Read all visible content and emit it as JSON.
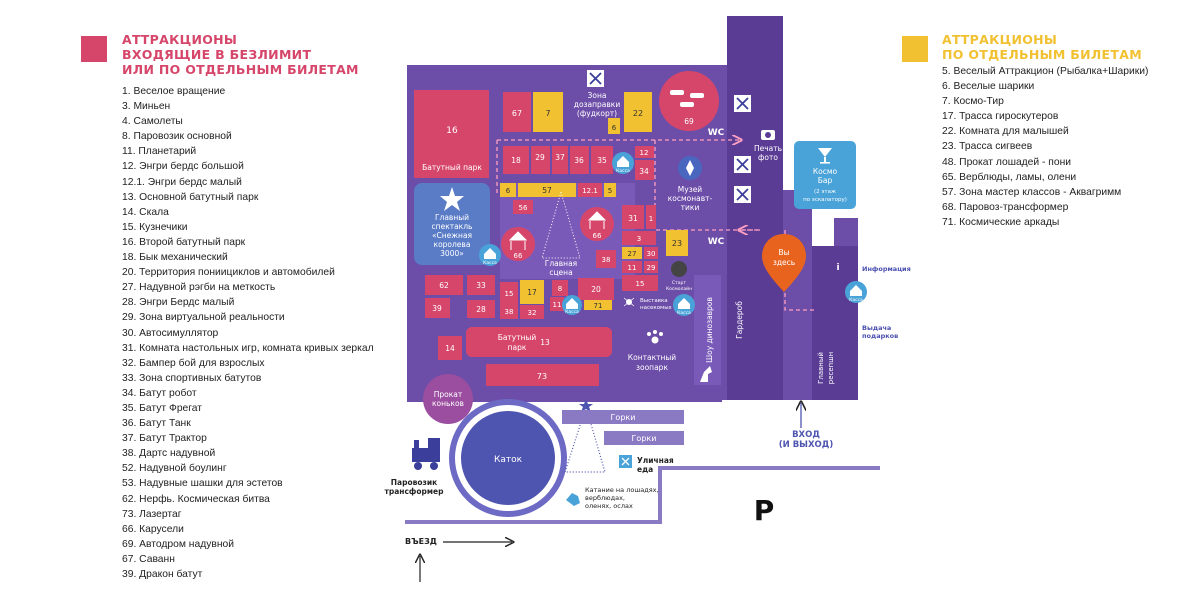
{
  "legend_left": {
    "title": [
      "АТТРАКЦИОНЫ",
      "ВХОДЯЩИЕ В БЕЗЛИМИТ",
      "ИЛИ ПО ОТДЕЛЬНЫМ БИЛЕТАМ"
    ],
    "color": "#d6466b",
    "items": [
      "1. Веселое вращение",
      "3. Миньен",
      "4. Самолеты",
      "8. Паровозик основной",
      "11. Планетарий",
      "12. Энгри бердс большой",
      "12.1. Энгри бердс малый",
      "13. Основной батутный парк",
      "14. Скала",
      "15. Кузнечики",
      "16. Второй батутный парк",
      "18. Бык механический",
      "20. Территория пониициклов и автомобилей",
      "27. Надувной рэгби на меткость",
      "28. Энгри Бердс малый",
      "29. Зона виртуальной реальности",
      "30. Автосимуллятор",
      "31. Комната настольных игр, комната кривых зеркал",
      "32. Бампер бой для взрослых",
      "33. Зона спортивных батутов",
      "34. Батут робот",
      "35. Батут Фрегат",
      "36. Батут Танк",
      "37. Батут Трактор",
      "38. Дартс надувной",
      "52. Надувной боулинг",
      "53. Надувные шашки для эстетов",
      "62. Нерфь. Космическая битва",
      "73. Лазертаг",
      "66. Карусели",
      "69. Автодром надувной",
      "67. Саванн",
      "39. Дракон батут"
    ]
  },
  "legend_right": {
    "title": [
      "АТТРАКЦИОНЫ",
      "ПО ОТДЕЛЬНЫМ БИЛЕТАМ"
    ],
    "color": "#f2c132",
    "items": [
      "5. Веселый Аттракцион (Рыбалка+Шарики)",
      "6. Веселые шарики",
      "7. Космо-Тир",
      "17. Трасса гироскутеров",
      "22. Комната для малышей",
      "23. Трасса сигвеев",
      "48. Прокат лошадей - пони",
      "65. Верблюды, ламы, олени",
      "57. Зона мастер классов - Аквагримм",
      "68. Паровоз-трансформер",
      "71. Космические аркады"
    ]
  },
  "colors": {
    "hall": "#6c4da8",
    "hall_dark": "#5a3c94",
    "red": "#d6466b",
    "yellow": "#f2c132",
    "blue_zone": "#5a7cc7",
    "outdoor": "#8a7ac4",
    "rink": "#4e55b0",
    "dark_blue": "#3b3f9b",
    "orange": "#e8641e",
    "purple_circle": "#9b4ea0",
    "cosmo_bar": "#4aa3d8"
  },
  "map": {
    "zones": {
      "trampoline_park_top": "Батутный парк",
      "fuel_zone": [
        "Зона",
        "дозаправки",
        "(фудкорт)"
      ],
      "photo": [
        "Печать",
        "фото"
      ],
      "cosmo_bar": [
        "Космо",
        "Бар"
      ],
      "cosmo_bar_note": [
        "(2 этаж",
        "по эскалатору)"
      ],
      "museum": [
        "Музей",
        "космонавт-",
        "тики"
      ],
      "main_show": [
        "Главный",
        "спектакль",
        "«Снежная",
        "королева",
        "3000»"
      ],
      "main_stage": [
        "Главная",
        "сцена"
      ],
      "you_are_here": [
        "Вы",
        "здесь"
      ],
      "wardrobe": "Гардероб",
      "information": "Информация",
      "gift_pickup": [
        "Выдача",
        "подарков"
      ],
      "reception": [
        "Главный",
        "ресепшн"
      ],
      "start": [
        "Старт",
        "Космолайн"
      ],
      "insects": [
        "Выставка",
        "насекомых"
      ],
      "dino_show": "Шоу динозавров",
      "petting_zoo": [
        "Контактный",
        "зоопарк"
      ],
      "trampoline_park_bottom": [
        "Батутный",
        "парк"
      ],
      "skate_rental": [
        "Прокат",
        "коньков"
      ],
      "rink": "Каток",
      "slide1": "Горки",
      "slide2": "Горки",
      "street_food": [
        "Уличная",
        "еда"
      ],
      "horse_ride": [
        "Катание на лошадях,",
        "верблюдах,",
        "оленях, ослах"
      ],
      "train": [
        "Паровозик",
        "трансформер"
      ],
      "entrance": [
        "ВХОД",
        "(И ВЫХОД)"
      ],
      "drive_in": "ВЪЕЗД",
      "parking": "P",
      "wc": "WC",
      "kassa": "Касса"
    },
    "numbers": {
      "n16": "16",
      "n67": "67",
      "n7": "7",
      "n6a": "6",
      "n22": "22",
      "n69": "69",
      "n18": "18",
      "n29a": "29",
      "n37": "37",
      "n36": "36",
      "n35": "35",
      "n12": "12",
      "n34": "34",
      "n6b": "6",
      "n57": "57",
      "n121": "12.1",
      "n5": "5",
      "n56": "56",
      "n66a": "66",
      "n66b": "66",
      "n31": "31",
      "n1": "1",
      "n3": "3",
      "n27": "27",
      "n30": "30",
      "n11a": "11",
      "n29b": "29",
      "n15a": "15",
      "n23": "23",
      "n38a": "38",
      "n62": "62",
      "n33": "33",
      "n39": "39",
      "n28": "28",
      "n15b": "15",
      "n17": "17",
      "n8": "8",
      "n20": "20",
      "n38b": "38",
      "n32": "32",
      "n11b": "11",
      "n71": "71",
      "n13": "13",
      "n14": "14",
      "n73": "73"
    }
  }
}
